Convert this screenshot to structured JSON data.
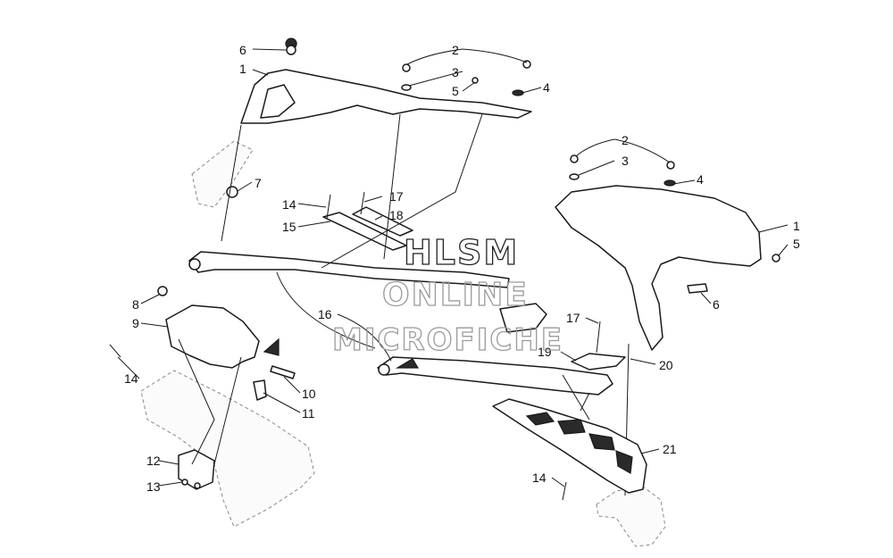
{
  "watermark": {
    "line1": "HLSM",
    "line2": "ONLINE",
    "line3": "MICROFICHE"
  },
  "callouts": {
    "c1": "6",
    "c2": "1",
    "c3": "2",
    "c4": "3",
    "c5": "5",
    "c6": "4",
    "c7": "7",
    "c8": "14",
    "c9": "15",
    "c10": "17",
    "c11": "18",
    "c12": "2",
    "c13": "3",
    "c14": "4",
    "c15": "1",
    "c16": "5",
    "c17": "6",
    "c18": "8",
    "c19": "9",
    "c20": "14",
    "c21": "10",
    "c22": "11",
    "c23": "12",
    "c24": "13",
    "c25": "16",
    "c26": "17",
    "c27": "19",
    "c28": "20",
    "c29": "21",
    "c30": "14"
  }
}
